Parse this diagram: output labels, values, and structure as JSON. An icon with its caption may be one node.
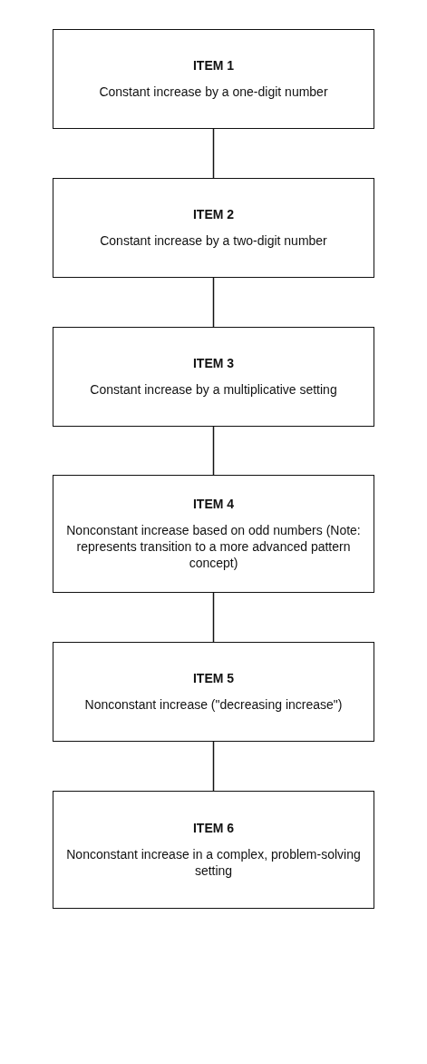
{
  "diagram": {
    "nodes": [
      {
        "text": [
          "ITEM 1",
          "Constant increase by a one-digit number"
        ]
      },
      {
        "text": [
          "ITEM 2",
          "Constant increase by a two-digit number"
        ]
      },
      {
        "text": [
          "ITEM 3",
          "Constant increase by a multiplicative setting"
        ]
      },
      {
        "text": [
          "ITEM 4",
          "Nonconstant increase based on odd numbers (Note: represents transition to a more advanced pattern concept)"
        ]
      },
      {
        "text": [
          "ITEM 5",
          "Nonconstant increase (\"decreasing increase\")"
        ]
      },
      {
        "text": [
          "ITEM 6",
          "Nonconstant increase in a complex, problem-solving setting"
        ]
      }
    ],
    "edges": [
      {
        "from": 0,
        "to": 1,
        "arrow": "none"
      },
      {
        "from": 1,
        "to": 2,
        "arrow": "none"
      },
      {
        "from": 2,
        "to": 3,
        "arrow": "none"
      },
      {
        "from": 3,
        "to": 4,
        "arrow": "none"
      },
      {
        "from": 4,
        "to": 5,
        "arrow": "none"
      }
    ]
  }
}
